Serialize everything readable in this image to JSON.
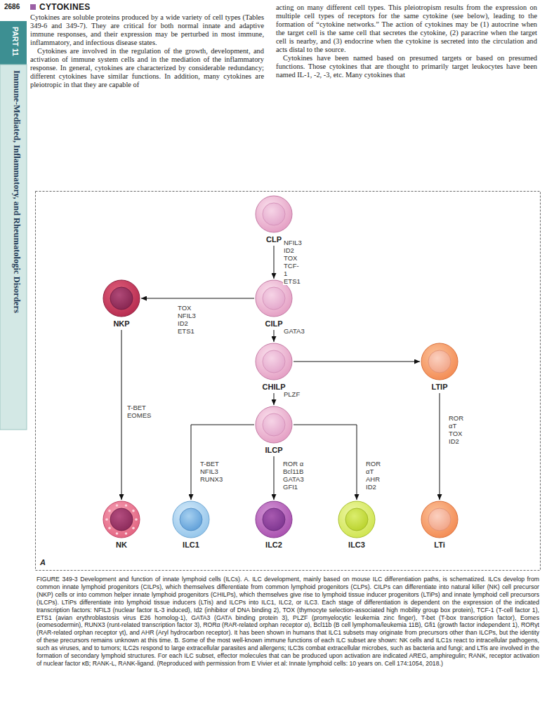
{
  "diagram": {
    "title": "CYTOKINES",
    "caption": "FIGURE 349-3 Development and function of innate lymphoid cells (ILCs). A. ILC development, mainly based on mouse ILC differentiation paths, is schematized. ILCs develop from common innate lymphoid progenitors (CILPs), which themselves differentiate from common lymphoid progenitors (CLPs). CILPs can differentiate into natural killer (NK) cell precursor (NKP) cells or into common helper innate lymphoid progenitors (CHILPs), which themselves give rise to lymphoid tissue inducer progenitors (LTiPs) and innate lymphoid cell precursors (ILCPs). LTiPs differentiate into lymphoid tissue inducers (LTis) and ILCPs into ILC1, ILC2, or ILC3. Each stage of differentiation is dependent on the expression of the indicated transcription factors: NFIL3 (nuclear factor IL-3 induced), Id2 (inhibitor of DNA binding 2), TOX (thymocyte selection-associated high mobility group box protein), TCF-1 (T-cell factor 1), ETS1 (avian erythroblastosis virus E26 homolog-1), GATA3 (GATA binding protein 3), PLZF (promyelocytic leukemia zinc finger), T-bet (T-box transcription factor), Eomes (eomesodermin), RUNX3 (runt-related transcription factor 3), RORα (RAR-related orphan receptor α), Bcl11b (B cell lymphoma/leukemia 11B), Gfi1 (growth factor independent 1), RORγt (RAR-related orphan receptor γt), and AHR (Aryl hydrocarbon receptor). It has been shown in humans that ILC1 subsets may originate from precursors other than ILCPs, but the identity of these precursors remains unknown at this time. B. Some of the most well-known immune functions of each ILC subset are shown: NK cells and ILC1s react to intracellular pathogens, such as viruses, and to tumors; ILC2s respond to large extracellular parasites and allergens; ILC3s combat extracellular microbes, such as bacteria and fungi; and LTis are involved in the formation of secondary lymphoid structures. For each ILC subset, effector molecules that can be produced upon activation are indicated AREG, amphiregulin; RANK, receptor activation of nuclear factor κB; RANK-L, RANK-ligand. (Reproduced with permission from E Vivier et al: Innate lymphoid cells: 10 years on. Cell 174:1054, 2018.)",
    "nodes": [
      {
        "text": [
          "CLP"
        ]
      },
      {
        "text": [
          "NKP"
        ]
      },
      {
        "text": [
          "CILP"
        ]
      },
      {
        "text": [
          "CHILP"
        ]
      },
      {
        "text": [
          "LTIP"
        ]
      },
      {
        "text": [
          "ILCP"
        ]
      },
      {
        "text": [
          "NK"
        ]
      },
      {
        "text": [
          "ILC1"
        ]
      },
      {
        "text": [
          "ILC2"
        ]
      },
      {
        "text": [
          "ILC3"
        ]
      },
      {
        "text": [
          "LTi"
        ]
      }
    ],
    "edges": [
      {
        "from": 0,
        "to": 2,
        "label": "NFIL3 ID2 TOX TCF-1 ETS1",
        "arrow": "to"
      },
      {
        "from": 2,
        "to": 1,
        "label": "TOX NFIL3 ID2 ETS1",
        "arrow": "to"
      },
      {
        "from": 2,
        "to": 3,
        "label": "GATA3",
        "arrow": "to"
      },
      {
        "from": 3,
        "to": 4,
        "arrow": "to"
      },
      {
        "from": 3,
        "to": 5,
        "label": "PLZF",
        "arrow": "to"
      },
      {
        "from": 1,
        "to": 6,
        "label": "T-BET EOMES",
        "arrow": "to"
      },
      {
        "from": 5,
        "to": 7,
        "label": "T-BET NFIL3 RUNX3",
        "arrow": "to"
      },
      {
        "from": 5,
        "to": 8,
        "label": "ROR α Bcl11B GATA3 GFI1",
        "arrow": "to"
      },
      {
        "from": 5,
        "to": 9,
        "label": "ROR αT AHR ID2",
        "arrow": "to"
      },
      {
        "from": 4,
        "to": 10,
        "label": "ROR αT TOX ID2",
        "arrow": "to"
      }
    ],
    "labels": [
      "2686",
      "PART 11",
      "Immune-Mediated, Inflammatory, and Rheumatologic Disorders",
      "Cytokines are soluble proteins produced by a wide variety of cell types (Tables 349-6 and 349-7). They are critical for both normal innate and adaptive immune responses, and their expression may be perturbed in most immune, inflammatory, and infectious disease states.",
      "Cytokines are involved in the regulation of the growth, development, and activation of immune system cells and in the mediation of the inflammatory response. In general, cytokines are characterized by considerable redundancy; different cytokines have similar functions. In addition, many cytokines are pleiotropic in that they are capable of",
      "acting on many different cell types. This pleiotropism results from the expression on multiple cell types of receptors for the same cytokine (see below), leading to the formation of “cytokine networks.” The action of cytokines may be (1) autocrine when the target cell is the same cell that secretes the cytokine, (2) paracrine when the target cell is nearby, and (3) endocrine when the cytokine is secreted into the circulation and acts distal to the source.",
      "Cytokines have been named based on presumed targets or based on presumed functions. Those cytokines that are thought to primarily target leukocytes have been named IL-1, -2, -3, etc. Many cytokines that",
      "A"
    ]
  }
}
